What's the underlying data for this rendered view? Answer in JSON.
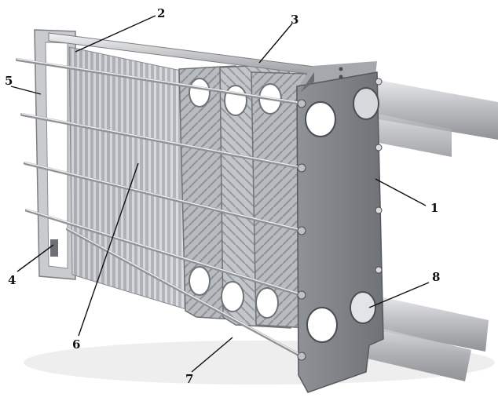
{
  "callouts": [
    {
      "id": "1",
      "label": "1"
    },
    {
      "id": "2",
      "label": "2"
    },
    {
      "id": "3",
      "label": "3"
    },
    {
      "id": "4",
      "label": "4"
    },
    {
      "id": "5",
      "label": "5"
    },
    {
      "id": "6",
      "label": "6"
    },
    {
      "id": "7",
      "label": "7"
    },
    {
      "id": "8",
      "label": "8"
    }
  ],
  "colors": {
    "frame_plate": "#8a8c90",
    "frame_plate_dark": "#5f6166",
    "plate_pack": "#b9bcc1",
    "plate_ridge": "#dfe1e4",
    "guide_bar": "#c9cbce",
    "pipe": "#a7a9ad",
    "leader_line": "#111111"
  }
}
